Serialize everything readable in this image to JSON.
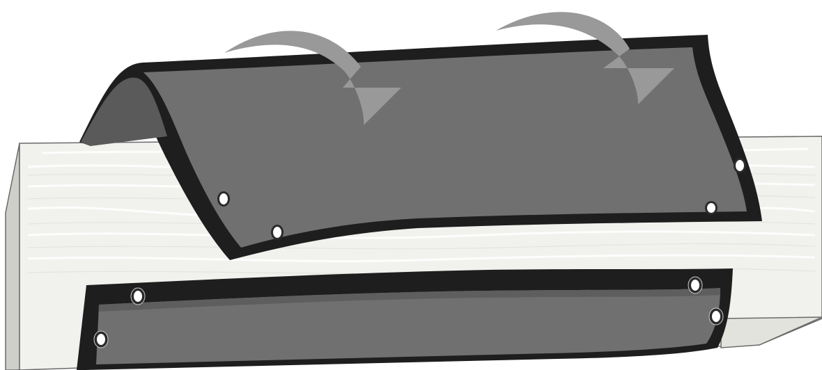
{
  "illustration": {
    "icon": "tarp-draped-over-board-illustration",
    "colors": {
      "background": "#ffffff",
      "board_face": "#f1f1ee",
      "board_side": "#cfcfca",
      "board_grain": "#ffffff",
      "tarp_fill": "#707070",
      "tarp_fill_dark": "#5e5e5e",
      "tarp_hem": "#1e1e1e",
      "grommet_ring": "#2a2a2a",
      "grommet_hole": "#ffffff",
      "arrow": "#999999"
    },
    "arrows": [
      {
        "name": "fold-arrow-icon",
        "direction": "down-right"
      },
      {
        "name": "fold-arrow-icon",
        "direction": "down-right"
      }
    ],
    "grommet_count": 8
  }
}
